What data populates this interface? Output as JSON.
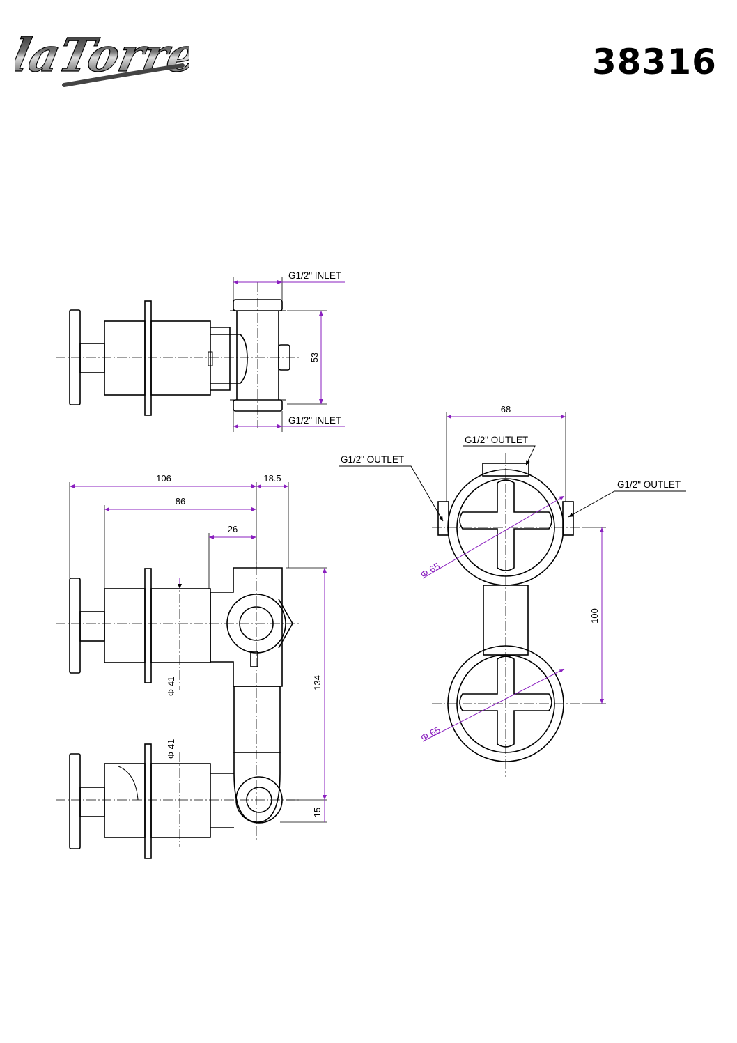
{
  "header": {
    "brand_logo": "laTorre",
    "product_code": "38316"
  },
  "dimensions": {
    "inlet_top": "G1/2\"  INLET",
    "inlet_bottom": "G1/2\"  INLET",
    "inlet_spacing": "53",
    "width_106": "106",
    "depth_18_5": "18.5",
    "width_86": "86",
    "width_26": "26",
    "dia_41_top": "Φ 41",
    "dia_41_bottom": "Φ 41",
    "height_134": "134",
    "height_15": "15",
    "width_68": "68",
    "outlet_top": "G1/2\" OUTLET",
    "outlet_left": "G1/2\" OUTLET",
    "outlet_right": "G1/2\" OUTLET",
    "dia_65_top": "Φ 65",
    "dia_65_bottom": "Φ 65",
    "height_100": "100"
  },
  "colors": {
    "dimension_line": "#8a1fbf",
    "outline": "#000000"
  }
}
